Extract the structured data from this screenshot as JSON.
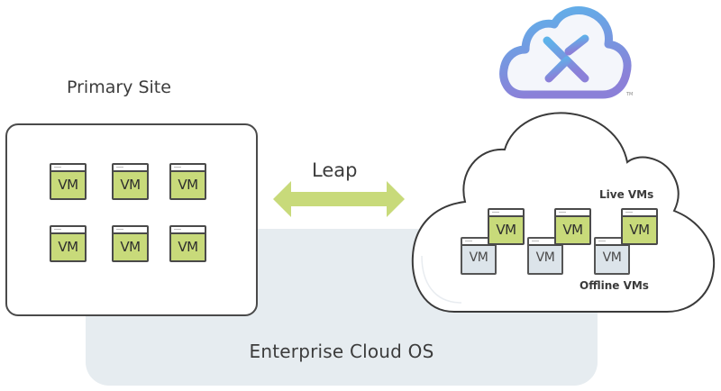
{
  "logo": {
    "icon": "nutanix-xi-cloud-logo-icon",
    "trademark": "TM"
  },
  "primary_site": {
    "title": "Primary Site",
    "vms": [
      "VM",
      "VM",
      "VM",
      "VM",
      "VM",
      "VM"
    ]
  },
  "leap": {
    "label": "Leap",
    "icon": "double-arrow-icon",
    "color": "#c8da7a"
  },
  "target_cloud": {
    "live_label": "Live VMs",
    "offline_label": "Offline VMs",
    "live_vms": [
      "VM",
      "VM",
      "VM"
    ],
    "offline_vms": [
      "VM",
      "VM",
      "VM"
    ]
  },
  "platform": {
    "label": "Enterprise Cloud OS"
  },
  "colors": {
    "vm_live": "#c8da7a",
    "vm_offline": "#dce4ea",
    "panel": "#e6ecf0",
    "outline": "#4a4a4a",
    "logo_gradient_start": "#5aa9e6",
    "logo_gradient_end": "#8a7fd6"
  }
}
